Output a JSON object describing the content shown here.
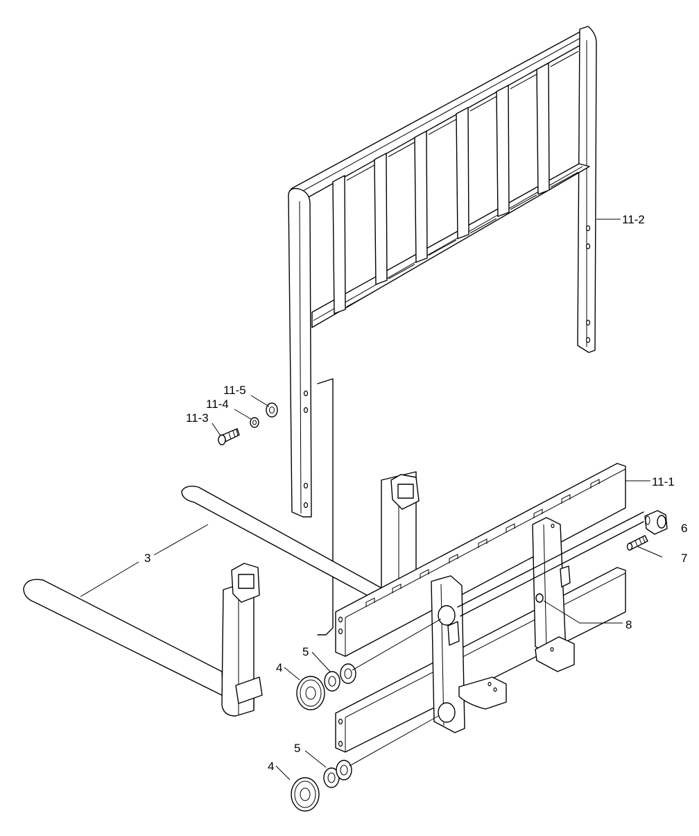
{
  "callouts": {
    "c11_2": "11-2",
    "c11_5": "11-5",
    "c11_4": "11-4",
    "c11_3": "11-3",
    "c11_1": "11-1",
    "c6": "6",
    "c7": "7",
    "c3": "3",
    "c8": "8",
    "c5_upper": "5",
    "c4_upper": "4",
    "c5_lower": "5",
    "c4_lower": "4"
  }
}
